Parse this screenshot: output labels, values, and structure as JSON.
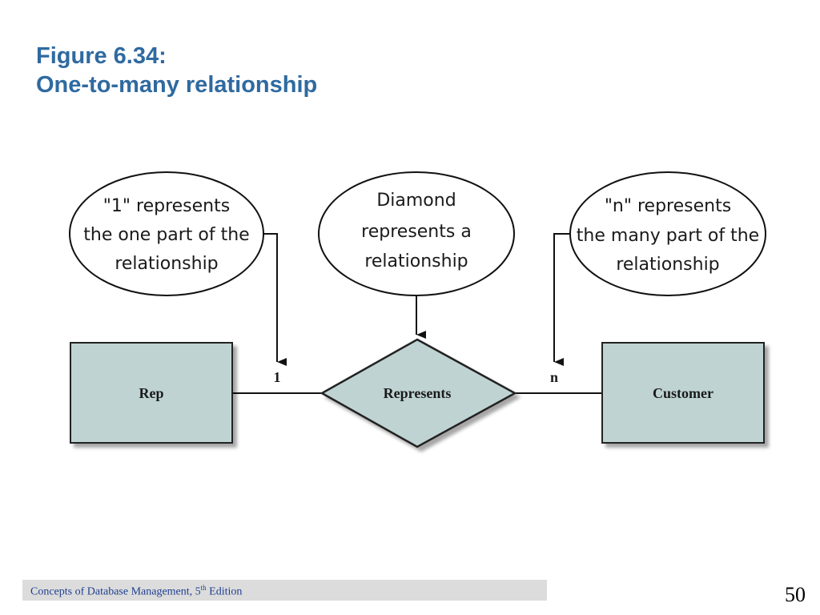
{
  "title": {
    "line1": "Figure 6.34:",
    "line2": "One-to-many relationship"
  },
  "callouts": [
    {
      "lines": [
        "\"1\" represents",
        "the one part of the",
        "relationship"
      ]
    },
    {
      "lines": [
        "Diamond",
        "represents a",
        "relationship"
      ]
    },
    {
      "lines": [
        "\"n\" represents",
        "the many part of the",
        "relationship"
      ]
    }
  ],
  "entities": {
    "left": "Rep",
    "right": "Customer"
  },
  "relationship": "Represents",
  "cardinality": {
    "left": "1",
    "right": "n"
  },
  "footer": {
    "prefix": "Concepts of Database Management, 5",
    "sup": "th",
    "suffix": " Edition"
  },
  "page_number": "50",
  "colors": {
    "title": "#2f6aa0",
    "entity_fill": "#bfd3d3",
    "footer_bg": "#dcdcdc",
    "footer_text": "#1f3f8f"
  }
}
